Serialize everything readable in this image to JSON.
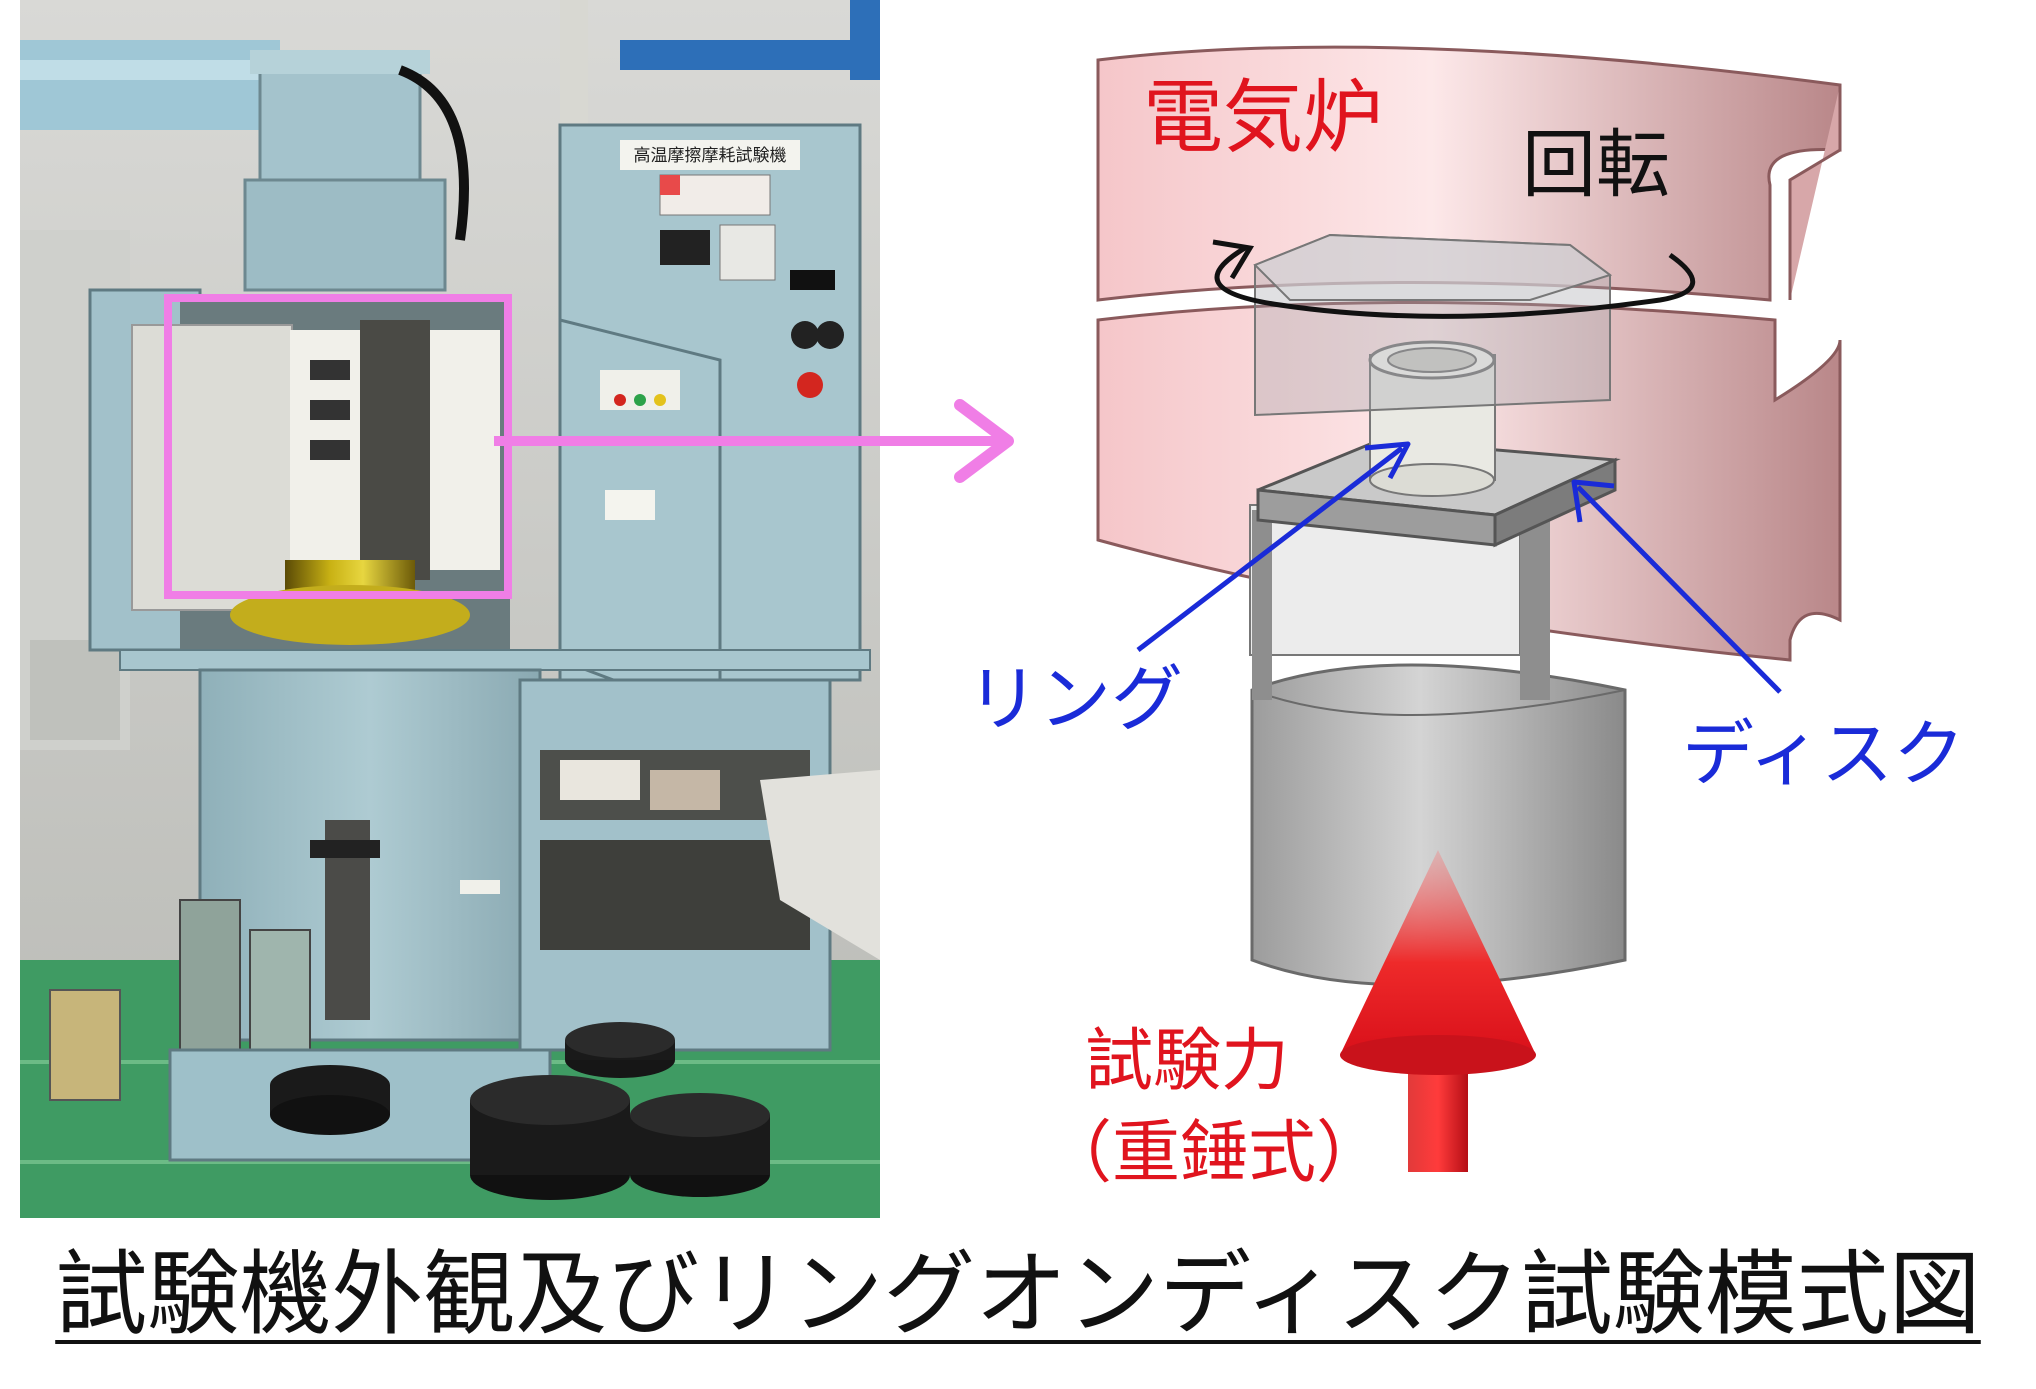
{
  "labels": {
    "furnace": "電気炉",
    "rotation": "回転",
    "ring": "リング",
    "disc": "ディスク",
    "test_force": "試験力",
    "test_force_method": "（重錘式）"
  },
  "photo": {
    "panel_sign": "高温摩擦摩耗試験機"
  },
  "caption": "試験機外観及びリングオンディスク試験模式図",
  "colors": {
    "furnace_label": "#e0141e",
    "rotation_label": "#111111",
    "part_labels": "#1a2bd8",
    "force_label": "#e0141e",
    "highlight_box": "#f07ee6",
    "force_arrow": "#e8141c",
    "furnace_shell": "#f0b4b8",
    "machine_body": "#a9c7cf"
  }
}
